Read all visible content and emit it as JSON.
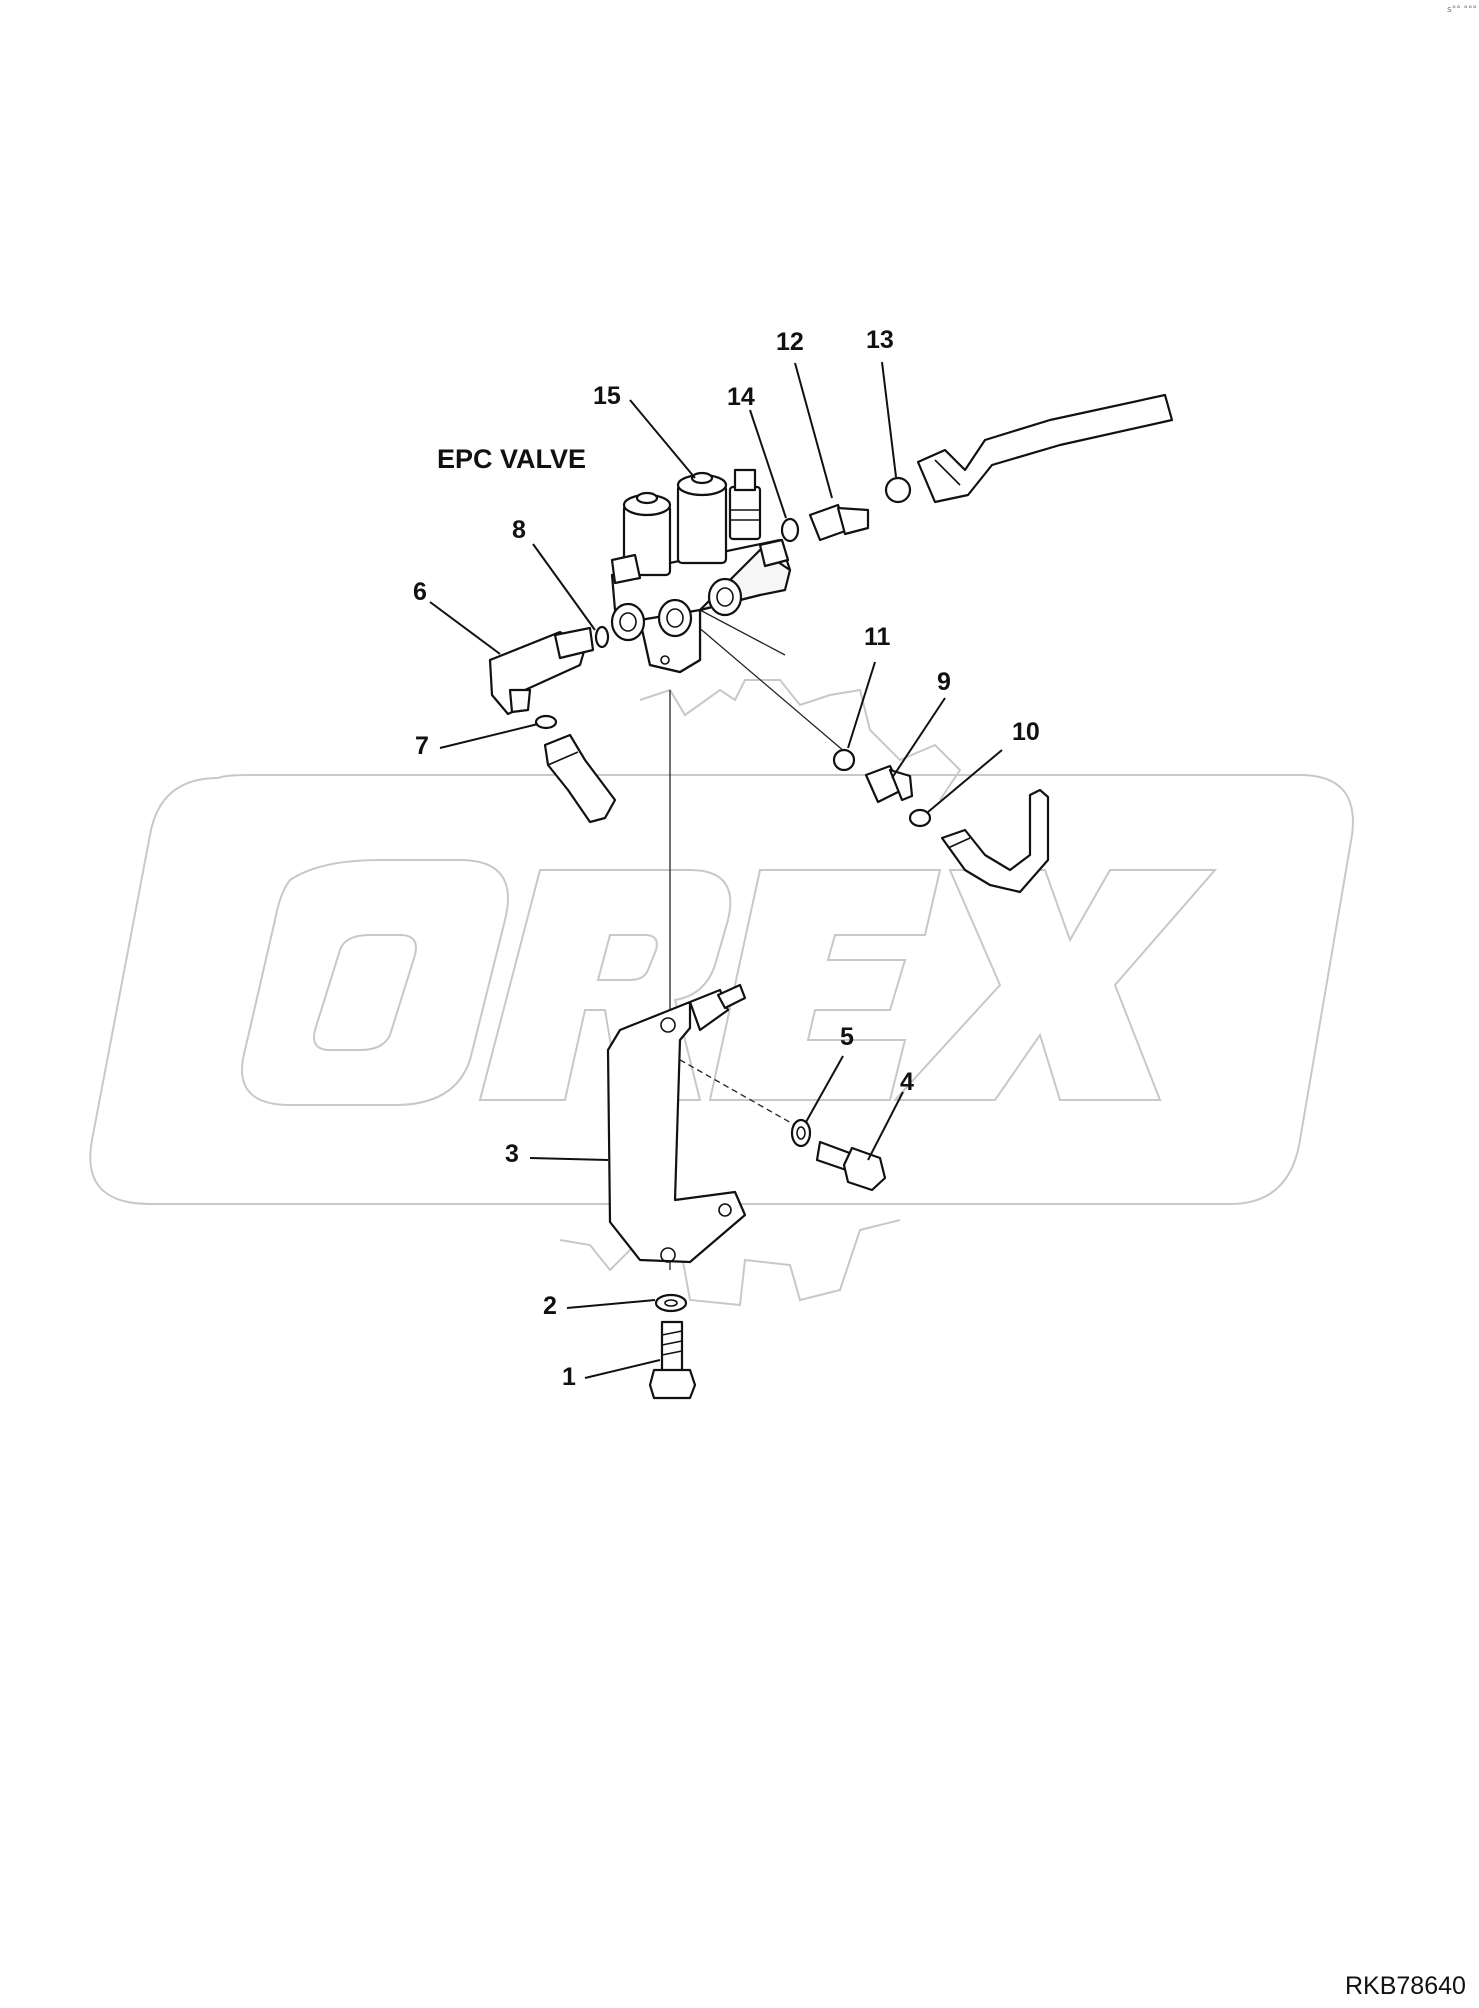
{
  "diagram": {
    "title": "EPC VALVE",
    "drawing_id": "RKB78640",
    "corner_mark": "s°° °°°",
    "watermark_logo_text": "OREX",
    "callouts": [
      {
        "key": "c1",
        "label": "1",
        "part": "bolt"
      },
      {
        "key": "c2",
        "label": "2",
        "part": "washer"
      },
      {
        "key": "c3",
        "label": "3",
        "part": "bracket"
      },
      {
        "key": "c4",
        "label": "4",
        "part": "bolt"
      },
      {
        "key": "c5",
        "label": "5",
        "part": "washer"
      },
      {
        "key": "c6",
        "label": "6",
        "part": "elbow-connector"
      },
      {
        "key": "c7",
        "label": "7",
        "part": "o-ring"
      },
      {
        "key": "c8",
        "label": "8",
        "part": "o-ring"
      },
      {
        "key": "c9",
        "label": "9",
        "part": "union-fitting"
      },
      {
        "key": "c10",
        "label": "10",
        "part": "o-ring"
      },
      {
        "key": "c11",
        "label": "11",
        "part": "o-ring"
      },
      {
        "key": "c12",
        "label": "12",
        "part": "union-fitting"
      },
      {
        "key": "c13",
        "label": "13",
        "part": "o-ring"
      },
      {
        "key": "c14",
        "label": "14",
        "part": "o-ring"
      },
      {
        "key": "c15",
        "label": "15",
        "part": "epc-valve"
      }
    ]
  }
}
